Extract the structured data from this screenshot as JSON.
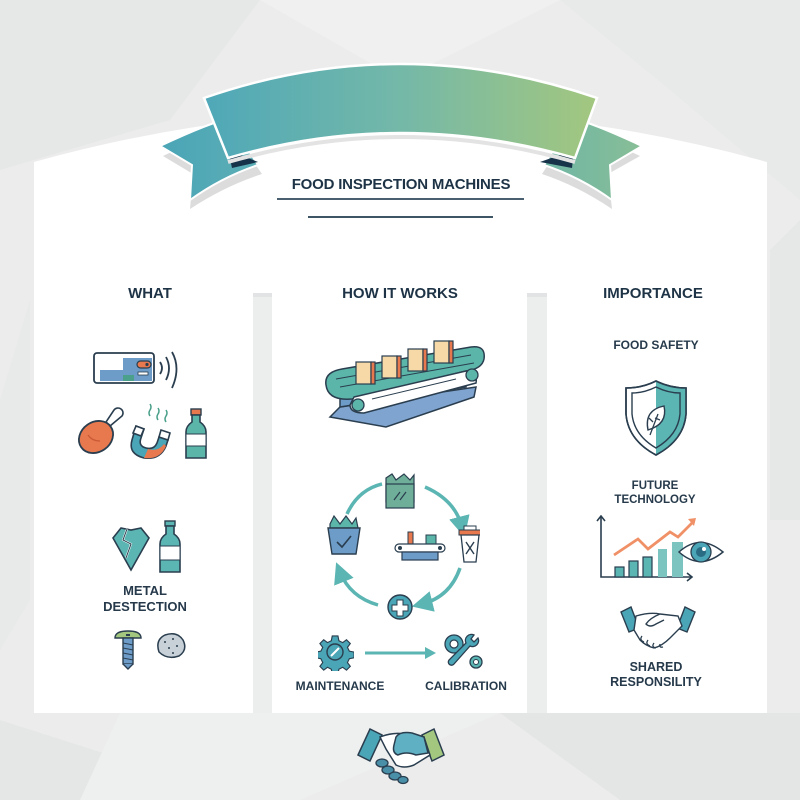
{
  "header": {
    "title": "FOOD INSPECTION MACHINES"
  },
  "colors": {
    "ribbon_start": "#4fa8b8",
    "ribbon_end": "#a3c77f",
    "ribbon_fold": "#16334a",
    "text_dark": "#1e3446",
    "accent_teal": "#5bb5b3",
    "accent_orange": "#e8784e",
    "accent_blue": "#6e9cc8",
    "background": "#eceded",
    "panel": "#ffffff"
  },
  "columns": [
    {
      "heading": "WHAT",
      "items": [
        {
          "icon": "x-ray-scanner-icon"
        },
        {
          "icon": "chicken-leg-icon"
        },
        {
          "icon": "magnet-icon"
        },
        {
          "icon": "bottle-icon"
        },
        {
          "icon": "broken-glass-icon"
        },
        {
          "icon": "bottle-icon"
        },
        {
          "label_line1": "METAL",
          "label_line2": "DESTECTION"
        },
        {
          "icon": "screw-icon"
        },
        {
          "icon": "stone-icon"
        }
      ]
    },
    {
      "heading": "HOW IT WORKS",
      "items": [
        {
          "icon": "conveyor-belt-icon"
        },
        {
          "icon": "inspection-cycle-icon"
        },
        {
          "label": "MAINTENANCE",
          "icon": "gear-icon"
        },
        {
          "label": "CALIBRATION",
          "icon": "gear-wrench-icon"
        }
      ]
    },
    {
      "heading": "IMPORTANCE",
      "items": [
        {
          "label": "FOOD SAFETY",
          "icon": "shield-leaf-icon"
        },
        {
          "label": "FUTURE TECHNOLOGY",
          "icon": "growth-chart-eye-icon"
        },
        {
          "label_line1": "SHARED",
          "label_line2": "RESPONSILITY",
          "icon": "handshake-icon"
        }
      ]
    }
  ],
  "footer": {
    "icon": "handshake-icon"
  }
}
